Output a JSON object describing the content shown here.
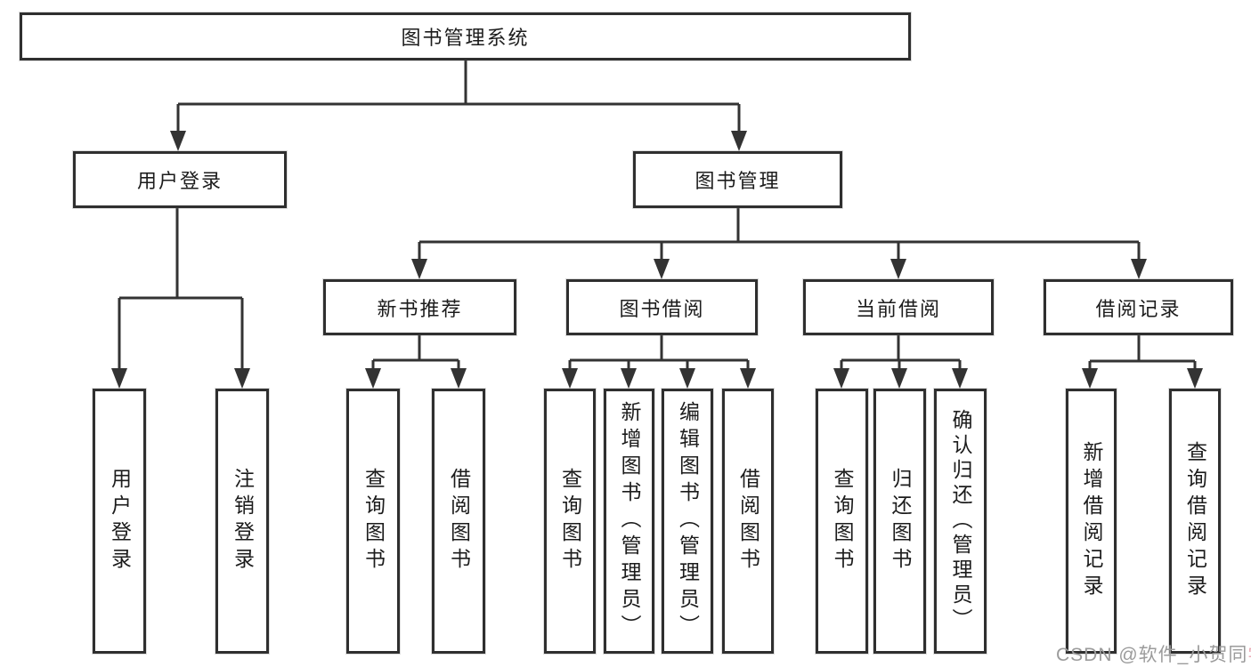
{
  "diagram": {
    "title": "图书管理系统",
    "root": {
      "label": "图书管理系统"
    },
    "level1": [
      {
        "label": "用户登录"
      },
      {
        "label": "图书管理"
      }
    ],
    "level2": [
      {
        "label": "新书推荐"
      },
      {
        "label": "图书借阅"
      },
      {
        "label": "当前借阅"
      },
      {
        "label": "借阅记录"
      }
    ],
    "leaves": [
      {
        "label": "用户登录",
        "parent": "用户登录"
      },
      {
        "label": "注销登录",
        "parent": "用户登录"
      },
      {
        "label": "查询图书",
        "parent": "新书推荐"
      },
      {
        "label": "借阅图书",
        "parent": "新书推荐"
      },
      {
        "label": "查询图书",
        "parent": "图书借阅"
      },
      {
        "label": "新增图书（管理员）",
        "parent": "图书借阅"
      },
      {
        "label": "编辑图书（管理员）",
        "parent": "图书借阅"
      },
      {
        "label": "借阅图书",
        "parent": "图书借阅"
      },
      {
        "label": "查询图书",
        "parent": "当前借阅"
      },
      {
        "label": "归还图书",
        "parent": "当前借阅"
      },
      {
        "label": "确认归还（管理员）",
        "parent": "当前借阅"
      },
      {
        "label": "新增借阅记录",
        "parent": "借阅记录"
      },
      {
        "label": "查询借阅记录",
        "parent": "借阅记录"
      }
    ],
    "colors": {
      "line": "#333333",
      "border": "#2f2f2f",
      "text": "#1c1c1c",
      "background": "#ffffff",
      "watermark": "#9b9b9b",
      "watermark_accent": "#e9a9b4"
    }
  },
  "watermark": {
    "text_main": "CSDN @软件_小贺同",
    "text_accent": "学"
  }
}
